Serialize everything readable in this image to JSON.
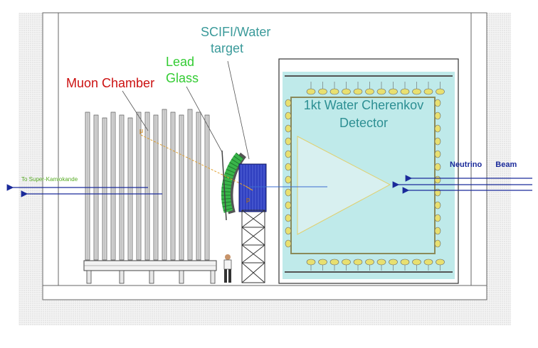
{
  "labels": {
    "scifi_line1": "SCIFI/Water",
    "scifi_line2": "target",
    "lead_line1": "Lead",
    "lead_line2": "Glass",
    "muon_chamber": "Muon Chamber",
    "water_line1": "1kt Water Cherenkov",
    "water_line2": "Detector",
    "super_k": "To Super-Kamiokande",
    "neutrino_beam": "Neutrino Beam",
    "muon_symbol": "μ",
    "electron_symbol": "p"
  },
  "colors": {
    "scifi_text": "#3a9a9a",
    "lead_text": "#33cc33",
    "muon_text": "#cc1111",
    "water_text": "#2d8f93",
    "beam_arrow": "#1a2a9a",
    "water_fill": "#bfeaea",
    "target_fill": "#3040c0",
    "lead_glass_fill": "#39b54a",
    "pmt_fill": "#e8e070",
    "track_color": "#e0a030"
  }
}
